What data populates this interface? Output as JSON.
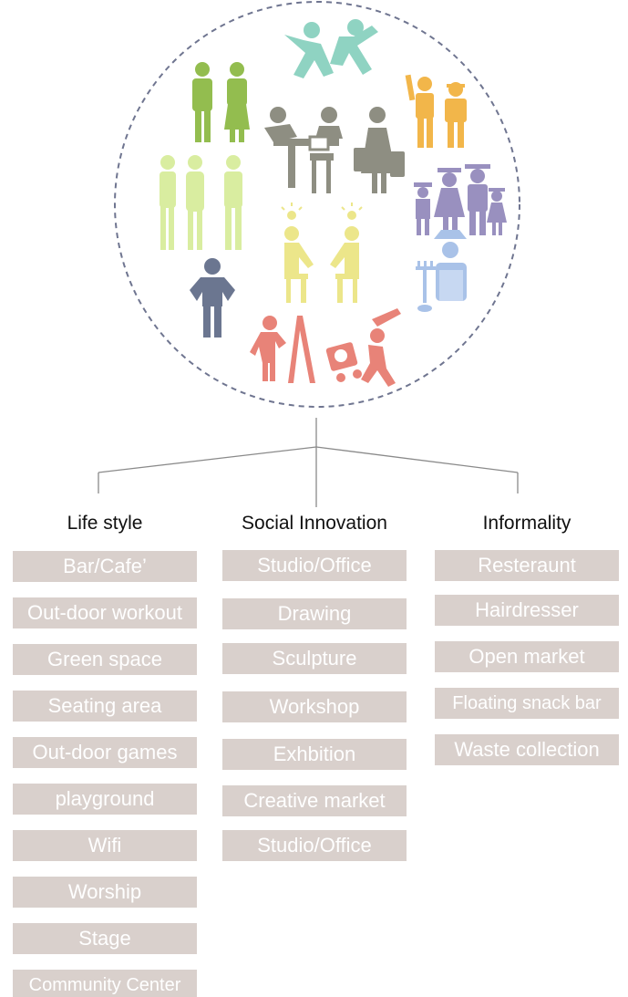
{
  "colors": {
    "circle_stroke": "#6f7590",
    "connector": "#8a8a8a",
    "cell_bg": "#d9d0cc",
    "cell_text": "#ffffff",
    "teal": "#8fd3c2",
    "green": "#93bd4f",
    "lime": "#d9eda0",
    "gray": "#8e8e82",
    "orange": "#f2b64a",
    "purple": "#9990bf",
    "slate": "#6b7690",
    "yellow": "#ece68a",
    "red": "#e88378",
    "blue": "#a9c2e8"
  },
  "icons": [
    "people-celebrating-icon",
    "businesspeople-icon",
    "office-desk-workers-icon",
    "shopper-woman-icon",
    "tourist-and-guide-icon",
    "pedestrians-group-icon",
    "graduates-family-icon",
    "people-with-ideas-icon",
    "standing-man-icon",
    "farmer-icon",
    "painter-icon",
    "street-musician-icon"
  ],
  "columns": [
    {
      "title": "Life style",
      "items": [
        "Bar/Cafe’",
        "Out-door workout",
        "Green space",
        "Seating area",
        "Out-door games",
        "playground",
        "Wifi",
        "Worship",
        "Stage",
        "Community Center"
      ]
    },
    {
      "title": "Social Innovation",
      "items": [
        "Studio/Office",
        "Drawing",
        "Sculpture",
        "Workshop",
        "Exhbition",
        "Creative market",
        "Studio/Office"
      ]
    },
    {
      "title": "Informality",
      "items": [
        "Resteraunt",
        "Hairdresser",
        "Open market",
        "Floating snack bar",
        "Waste collection"
      ]
    }
  ]
}
